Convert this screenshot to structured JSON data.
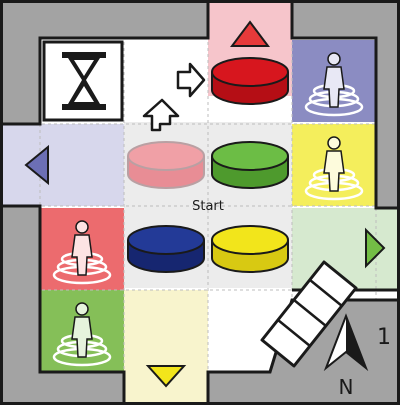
{
  "board": {
    "start_label": "Start",
    "compass_letter": "N",
    "board_number": "1"
  },
  "icons": {
    "timer": "hourglass-icon",
    "exit_up": "triangle-up-icon",
    "exit_down": "triangle-down-icon",
    "exit_left": "triangle-left-icon",
    "exit_right": "triangle-right-icon",
    "move_right_hint": "arrow-right-icon",
    "move_up_hint": "arrow-up-icon",
    "escalator": "escalator-icon",
    "compass": "compass-icon"
  },
  "pawns": [
    {
      "name": "red-pawn",
      "color": "#d7161e"
    },
    {
      "name": "green-pawn",
      "color": "#6cbd45"
    },
    {
      "name": "blue-pawn",
      "color": "#233a97"
    },
    {
      "name": "yellow-pawn",
      "color": "#f2e51b"
    },
    {
      "name": "ghost-pawn",
      "color": "#f0a0a6"
    }
  ],
  "teleports": [
    {
      "name": "purple-teleport",
      "color": "#8b8cc2"
    },
    {
      "name": "yellow-teleport",
      "color": "#f4ee5c"
    },
    {
      "name": "red-teleport",
      "color": "#ec6b6e"
    },
    {
      "name": "green-teleport",
      "color": "#85bf58"
    }
  ],
  "exits": [
    {
      "name": "red-exit",
      "color": "#f6c5cb"
    },
    {
      "name": "purple-exit",
      "color": "#d7d7ec"
    },
    {
      "name": "green-exit",
      "color": "#d6e9cf"
    },
    {
      "name": "yellow-exit",
      "color": "#f8f4cd"
    }
  ],
  "colors": {
    "wall": "#a3a3a3",
    "outline": "#1a1a1a",
    "floor": "#ffffff",
    "grid": "#bdbdbd"
  }
}
